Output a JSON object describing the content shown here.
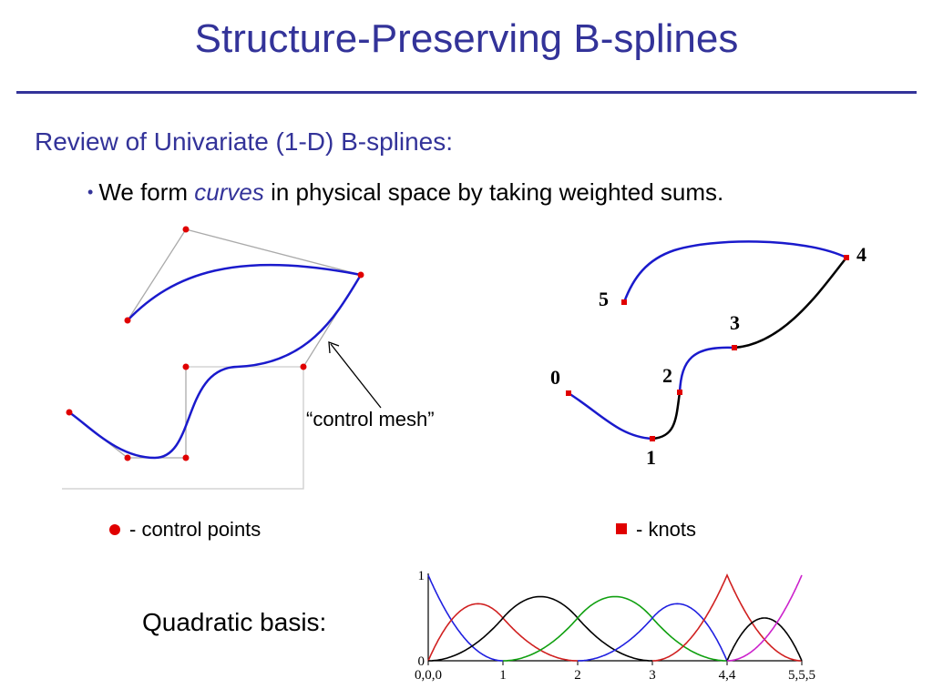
{
  "slide": {
    "title": "Structure-Preserving B-splines",
    "subtitle": "Review of Univariate (1-D) B-splines:",
    "bullet": {
      "prefix": "We form ",
      "emphasis": "curves",
      "suffix": " in physical space by taking weighted sums."
    },
    "annotation": "control mesh",
    "legend": {
      "control_points": "- control points",
      "knots": "- knots"
    },
    "basis_label": "Quadratic basis:",
    "knot_labels": [
      "0",
      "1",
      "2",
      "3",
      "4",
      "5"
    ],
    "colors": {
      "title": "#333399",
      "curve_blue": "#1a1acc",
      "curve_black": "#000000",
      "points_red": "#e00000",
      "mesh_gray": "#aaaaaa",
      "basis_blue": "#2020e0",
      "basis_red": "#d02020",
      "basis_black": "#000000",
      "basis_green": "#10a010",
      "basis_magenta": "#cc22cc"
    }
  },
  "chart_data": {
    "type": "line",
    "title": "",
    "xlabel": "",
    "ylabel": "",
    "ylim": [
      0,
      1
    ],
    "xlim": [
      0,
      5
    ],
    "x_ticks": [
      {
        "value": 0,
        "label": "0,0,0"
      },
      {
        "value": 1,
        "label": "1"
      },
      {
        "value": 2,
        "label": "2"
      },
      {
        "value": 3,
        "label": "3"
      },
      {
        "value": 4,
        "label": "4,4"
      },
      {
        "value": 5,
        "label": "5,5,5"
      }
    ],
    "y_ticks": [
      {
        "value": 0,
        "label": "0"
      },
      {
        "value": 1,
        "label": "1"
      }
    ],
    "knot_vector": [
      0,
      0,
      0,
      1,
      2,
      3,
      4,
      4,
      5,
      5,
      5
    ],
    "degree": 2,
    "series": [
      {
        "color": "#2020e0",
        "function_index": 0
      },
      {
        "color": "#d02020",
        "function_index": 1
      },
      {
        "color": "#000000",
        "function_index": 2
      },
      {
        "color": "#10a010",
        "function_index": 3
      },
      {
        "color": "#2020e0",
        "function_index": 4
      },
      {
        "color": "#d02020",
        "function_index": 5
      },
      {
        "color": "#000000",
        "function_index": 6
      },
      {
        "color": "#cc22cc",
        "function_index": 7
      }
    ]
  }
}
